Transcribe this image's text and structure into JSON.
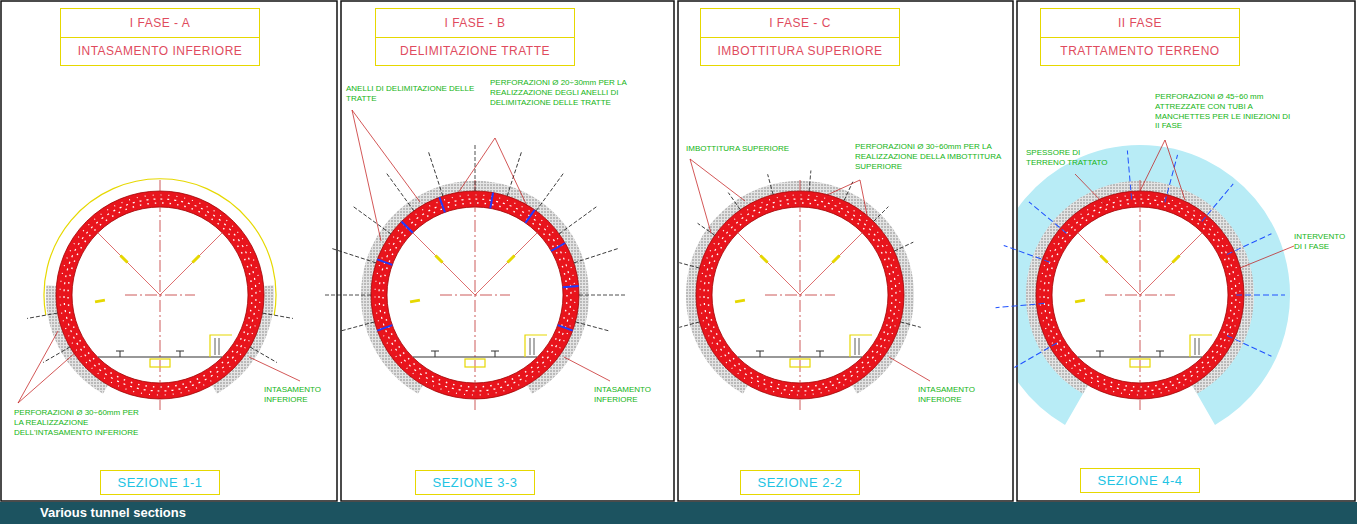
{
  "diagram": {
    "caption": "Various tunnel sections",
    "nodes": [
      {
        "text": [
          "I FASE - A",
          "INTASAMENTO INFERIORE"
        ]
      },
      {
        "text": [
          "I FASE - B",
          "DELIMITAZIONE TRATTE"
        ]
      },
      {
        "text": [
          "I FASE - C",
          "IMBOTTITURA SUPERIORE"
        ]
      },
      {
        "text": [
          "II FASE",
          "TRATTAMENTO TERRENO"
        ]
      },
      {
        "text": [
          "SEZIONE 1-1"
        ]
      },
      {
        "text": [
          "SEZIONE 3-3"
        ]
      },
      {
        "text": [
          "SEZIONE 2-2"
        ]
      },
      {
        "text": [
          "SEZIONE 4-4"
        ]
      }
    ],
    "labels": [
      "PERFORAZIONI Ø 30÷60mm PER LA REALIZZAZIONE DELL'INTASAMENTO INFERIORE",
      "INTASAMENTO INFERIORE",
      "ANELLI DI DELIMITAZIONE DELLE TRATTE",
      "PERFORAZIONI Ø 20÷30mm PER LA REALIZZAZIONE DEGLI ANELLI DI DELIMITAZIONE DELLE TRATTE",
      "INTASAMENTO INFERIORE",
      "IMBOTTITURA SUPERIORE",
      "PERFORAZIONI Ø 30÷60mm PER LA REALIZZAZIONE DELLA IMBOTTITURA SUPERIORE",
      "INTASAMENTO INFERIORE",
      "SPESSORE DI TERRENO TRATTATO",
      "PERFORAZIONI Ø 45÷60 mm ATTREZZATE CON TUBI A MANCHETTES PER LE INIEZIONI DI II FASE",
      "INTERVENTO DI I FASE"
    ]
  }
}
